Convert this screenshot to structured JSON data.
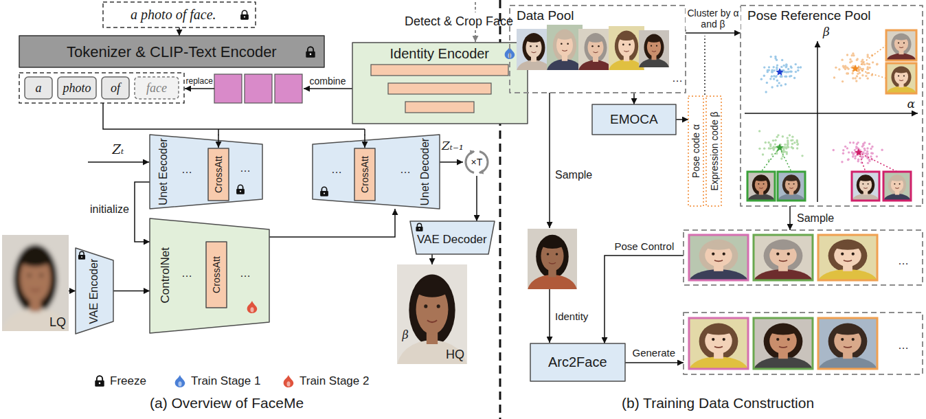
{
  "diagram": {
    "nodes": [
      {
        "text": [
          "a photo of face."
        ]
      },
      {
        "text": [
          "Tokenizer & CLIP-Text Encoder"
        ]
      },
      {
        "text": [
          "Identity Encoder"
        ]
      },
      {
        "text": [
          "a"
        ]
      },
      {
        "text": [
          "photo"
        ]
      },
      {
        "text": [
          "of"
        ]
      },
      {
        "text": [
          "face"
        ]
      },
      {
        "text": [
          "Unet Eecoder",
          "…",
          "…"
        ]
      },
      {
        "text": [
          "CrossAtt"
        ],
        "in": 7
      },
      {
        "text": [
          "Unet Decoder",
          "…",
          "…"
        ]
      },
      {
        "text": [
          "CrossAtt"
        ],
        "in": 9
      },
      {
        "text": [
          "×T"
        ]
      },
      {
        "text": [
          "VAE Decoder"
        ]
      },
      {
        "text": [
          "LQ"
        ]
      },
      {
        "text": [
          "VAE Encoder"
        ]
      },
      {
        "text": [
          "ControlNet",
          "…",
          "…"
        ]
      },
      {
        "text": [
          "CrossAtt"
        ],
        "in": 15
      },
      {
        "text": [
          "HQ",
          "β"
        ]
      },
      {
        "text": [
          "Data Pool",
          "…"
        ]
      },
      {
        "text": [
          "Pose Reference Pool",
          "α",
          "β"
        ]
      },
      {
        "text": [
          "EMOCA"
        ]
      },
      {
        "text": [
          "Pose code α"
        ]
      },
      {
        "text": [
          "Expression code β"
        ]
      },
      {
        "text": [
          "Arc2Face"
        ]
      },
      {
        "text": [
          "…"
        ]
      },
      {
        "text": [
          "…"
        ]
      }
    ],
    "edges": [
      {
        "from": 0,
        "to": 1,
        "arrow": "to"
      },
      {
        "from": 9,
        "to": 11,
        "label": "Zₜ₋₁",
        "arrow": "to"
      },
      {
        "from": 11,
        "to": 12,
        "arrow": "to"
      },
      {
        "from": 12,
        "to": 17,
        "arrow": "to"
      },
      {
        "from": 13,
        "to": 14,
        "arrow": "to"
      },
      {
        "from": 14,
        "to": 15,
        "arrow": "to"
      },
      {
        "from": 7,
        "to": 15,
        "label": "initialize",
        "arrow": "to"
      },
      {
        "from": 15,
        "to": 9,
        "arrow": "to"
      },
      {
        "from": 18,
        "to": 19,
        "label": "Cluster by α and β",
        "arrow": "to"
      },
      {
        "from": 18,
        "to": 20,
        "arrow": "to"
      },
      {
        "from": 20,
        "to": 21,
        "arrow": "to"
      },
      {
        "from": 19,
        "to": 24,
        "label": "Sample",
        "arrow": "to"
      },
      {
        "from": 24,
        "to": 23,
        "label": "Pose Control",
        "arrow": "to"
      },
      {
        "from": 23,
        "to": 25,
        "label": "Generate",
        "arrow": "to"
      }
    ],
    "labels": [
      "Detect & Crop Face",
      "replace",
      "combine",
      "Zₜ",
      "Sample",
      "Identity",
      "(a) Overview of FaceMe",
      "(b) Training Data Construction"
    ],
    "legend": [
      {
        "text": "Freeze"
      },
      {
        "text": "Train Stage 1"
      },
      {
        "text": "Train Stage 2"
      }
    ]
  }
}
